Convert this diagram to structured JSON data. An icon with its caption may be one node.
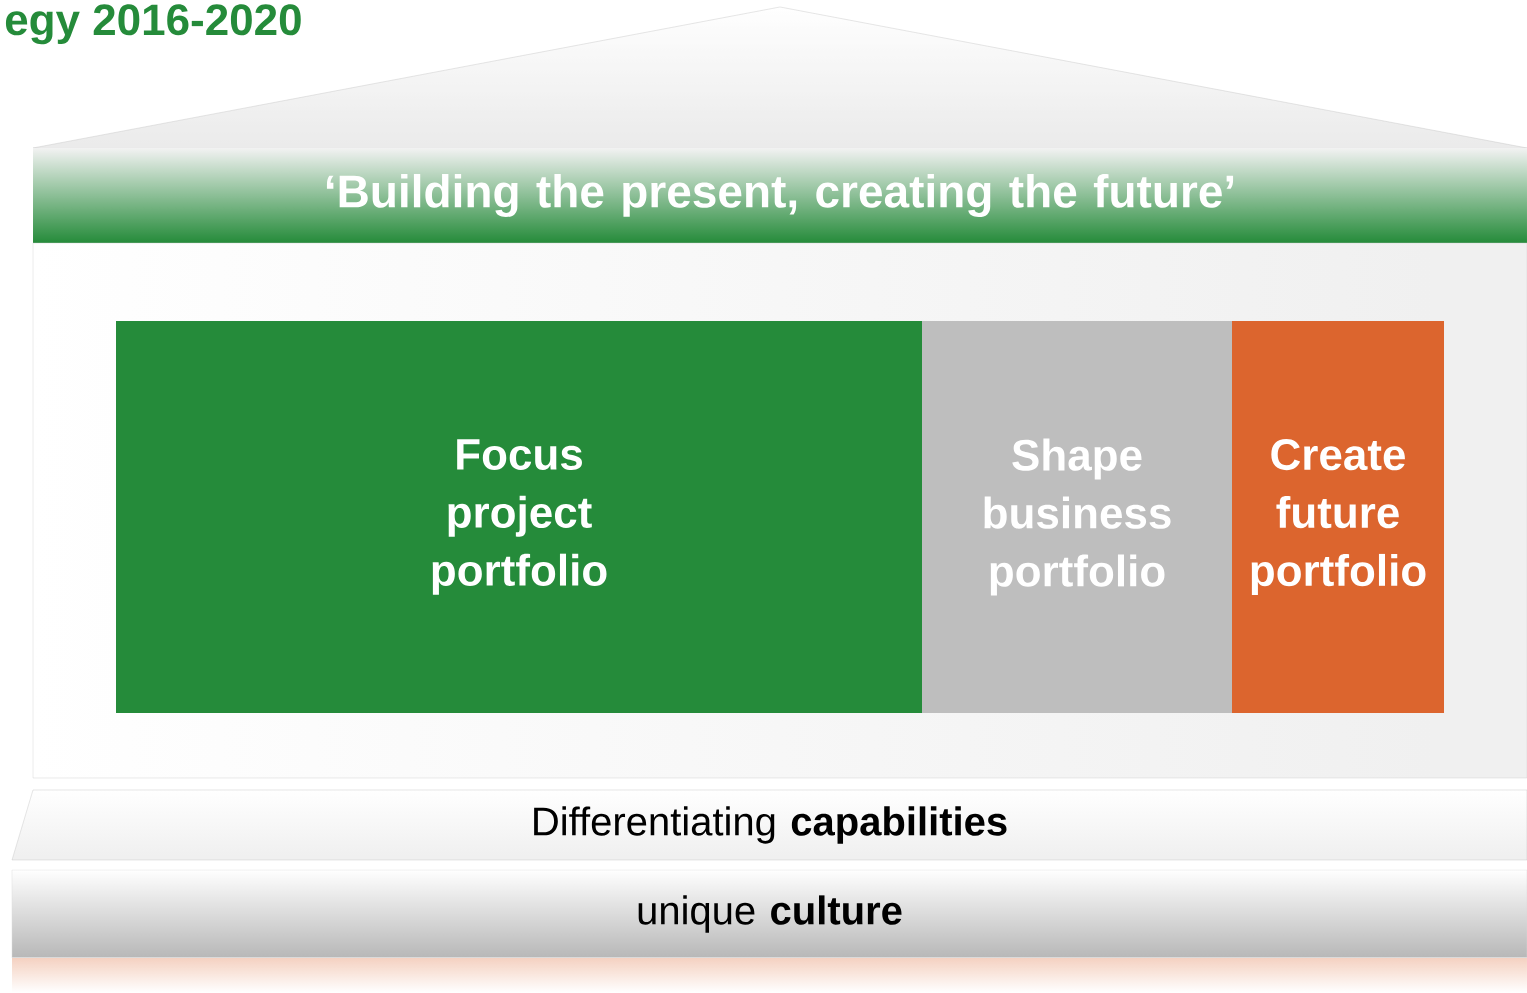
{
  "diagram": {
    "title": "egy 2016-2020",
    "nodes": [
      {
        "text": [
          "‘Building the present, creating the future’"
        ]
      },
      {
        "text": [],
        "shape": "box"
      },
      {
        "text": [
          "Focus project portfolio"
        ],
        "in": 1
      },
      {
        "text": [
          "Shape business portfolio"
        ],
        "in": 1
      },
      {
        "text": [
          "Create future portfolio"
        ],
        "in": 1
      },
      {
        "text": [
          "Differentiating **capabilities**"
        ]
      },
      {
        "text": [
          "unique **culture**"
        ]
      }
    ]
  }
}
